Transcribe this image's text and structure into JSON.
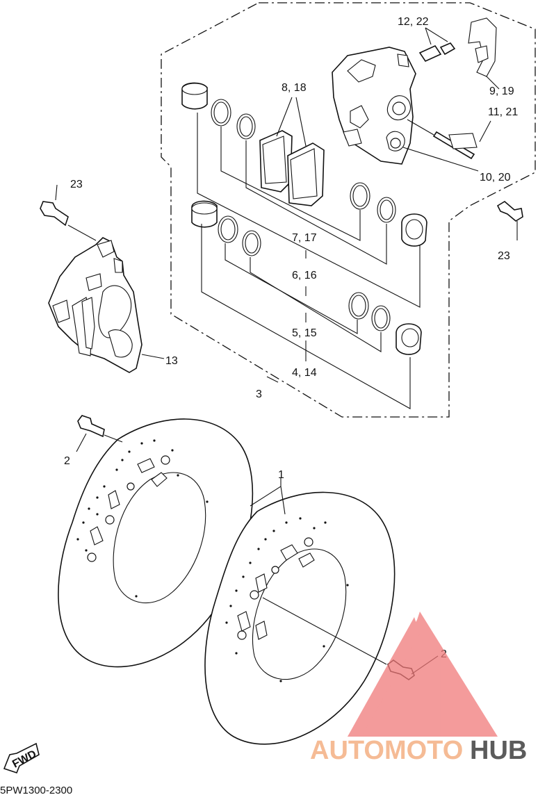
{
  "diagram_code": "5PW1300-2300",
  "fwd_label": "FWD",
  "callouts": [
    {
      "id": "c1",
      "text": "1"
    },
    {
      "id": "c2a",
      "text": "2"
    },
    {
      "id": "c2b",
      "text": "2"
    },
    {
      "id": "c3",
      "text": "3"
    },
    {
      "id": "c4",
      "text": "4, 14"
    },
    {
      "id": "c5",
      "text": "5, 15"
    },
    {
      "id": "c6",
      "text": "6, 16"
    },
    {
      "id": "c7",
      "text": "7, 17"
    },
    {
      "id": "c8",
      "text": "8, 18"
    },
    {
      "id": "c9",
      "text": "9, 19"
    },
    {
      "id": "c10",
      "text": "10, 20"
    },
    {
      "id": "c11",
      "text": "11, 21"
    },
    {
      "id": "c12",
      "text": "12, 22"
    },
    {
      "id": "c13",
      "text": "13"
    },
    {
      "id": "c23a",
      "text": "23"
    },
    {
      "id": "c23b",
      "text": "23"
    }
  ],
  "watermark": {
    "part1": "AUTOMOTO",
    "part2": "HUB",
    "color_light": "#f5b48a",
    "color_dark": "#4a4a4a",
    "logo_color": "#f07a7a"
  }
}
